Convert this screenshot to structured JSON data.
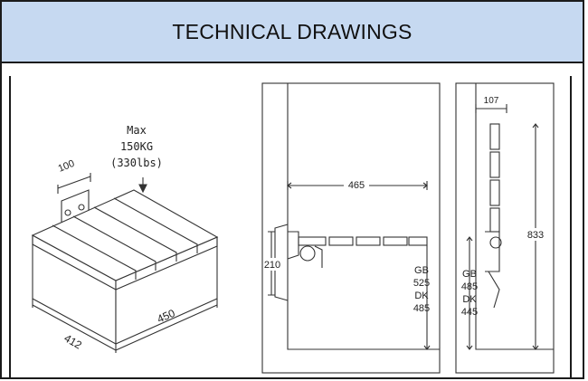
{
  "header": {
    "title": "TECHNICAL DRAWINGS"
  },
  "isometric": {
    "max_label": "Max",
    "load_kg": "150KG",
    "load_lbs": "(330lbs)",
    "dim_bracket": "100",
    "dim_width": "412",
    "dim_depth": "450"
  },
  "side_view": {
    "dim_length": "465",
    "dim_height": "210",
    "gb_label": "GB",
    "gb_value": "525",
    "dk_label": "DK",
    "dk_value": "485"
  },
  "folded_view": {
    "dim_depth": "107",
    "dim_height": "833",
    "gb_label": "GB",
    "gb_value": "485",
    "dk_label": "DK",
    "dk_value": "445"
  },
  "colors": {
    "header_bg": "#c6d9f1",
    "border": "#1b1b1b"
  }
}
